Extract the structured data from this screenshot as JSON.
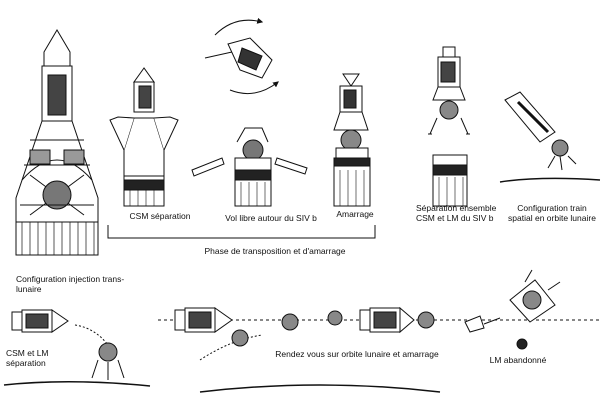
{
  "labels": {
    "injection": "Configuration injection trans-\nlunaire",
    "csm_separation": "CSM séparation",
    "vol_libre": "Vol libre autour du SIV b",
    "amarrage": "Amarrage",
    "separation_ensemble": "Séparation ensemble\nCSM et LM du SIV b",
    "configuration_train": "Configuration train\nspatial en orbite lunaire",
    "phase": "Phase de transposition et d'amarrage",
    "csm_lm_separation": "CSM et LM\nséparation",
    "rendez_vous": "Rendez vous sur orbite lunaire et amarrage",
    "lm_abandonne": "LM abandonné"
  }
}
